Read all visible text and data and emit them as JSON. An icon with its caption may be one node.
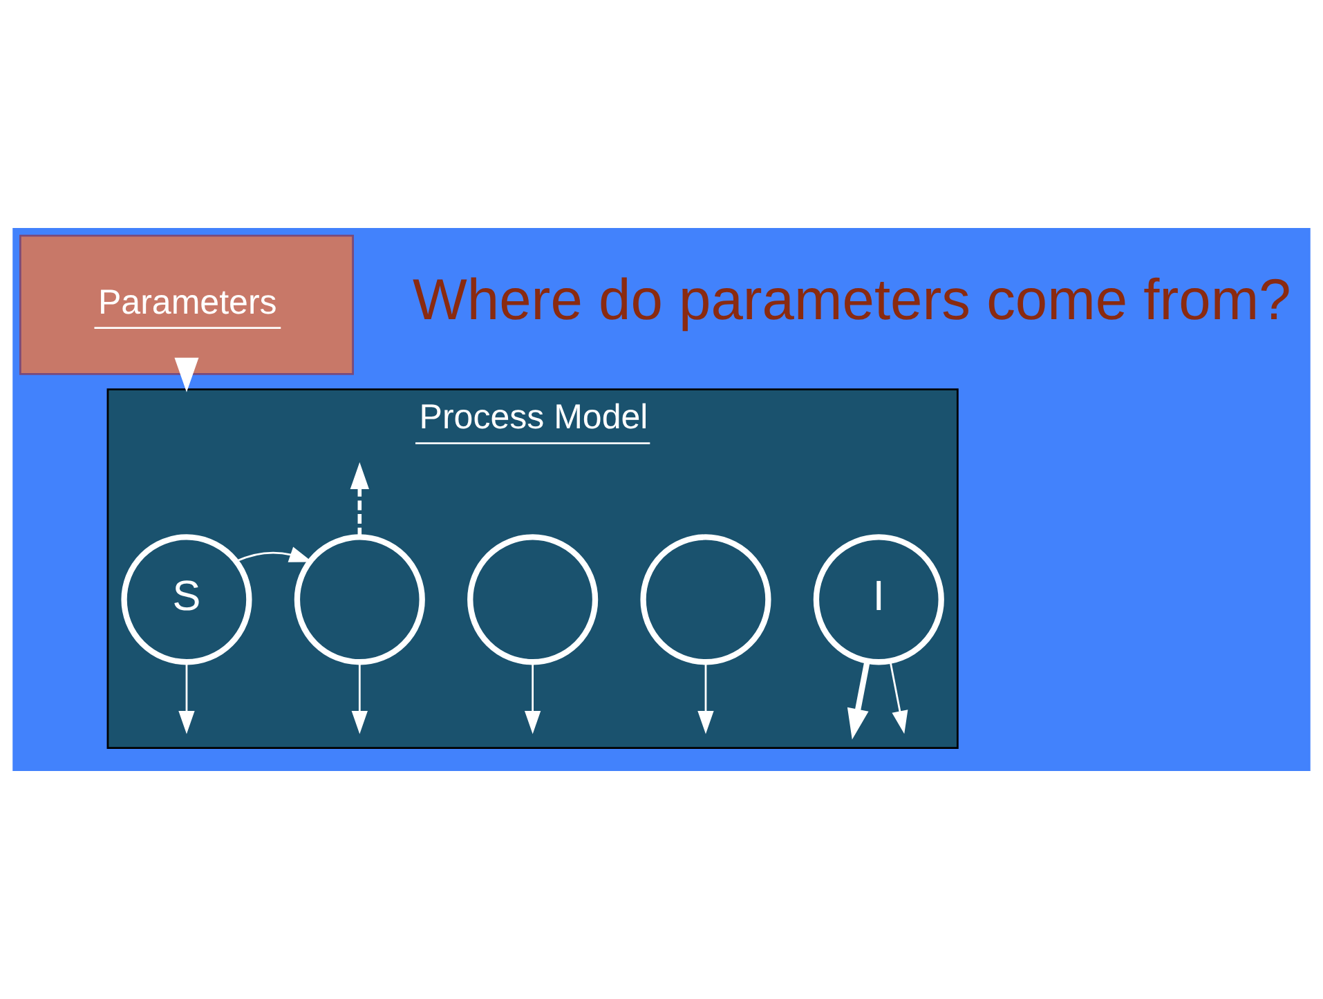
{
  "diagram": {
    "nodes": [
      {
        "text": [
          "Parameters"
        ]
      },
      {
        "text": [
          "Process Model"
        ]
      },
      {
        "text": [
          "S"
        ],
        "in": 1
      },
      {
        "text": [],
        "shape": "circle",
        "in": 1
      },
      {
        "text": [],
        "shape": "circle",
        "in": 1
      },
      {
        "text": [],
        "shape": "circle",
        "in": 1
      },
      {
        "text": [
          "I"
        ],
        "in": 1
      }
    ],
    "edges": [
      {
        "from": 0,
        "to": 1,
        "arrow": "to"
      },
      {
        "from": 2,
        "to": 3,
        "arrow": "to"
      },
      {
        "from": 3,
        "to": null,
        "arrow": "to",
        "style": "dashed"
      },
      {
        "from": 2,
        "to": null,
        "arrow": "to"
      },
      {
        "from": 3,
        "to": null,
        "arrow": "to"
      },
      {
        "from": 4,
        "to": null,
        "arrow": "to"
      },
      {
        "from": 5,
        "to": null,
        "arrow": "to"
      },
      {
        "from": 6,
        "to": null,
        "arrow": "to",
        "style": "thick"
      },
      {
        "from": 6,
        "to": null,
        "arrow": "to"
      }
    ],
    "labels": [
      "Where do parameters come from?"
    ]
  }
}
